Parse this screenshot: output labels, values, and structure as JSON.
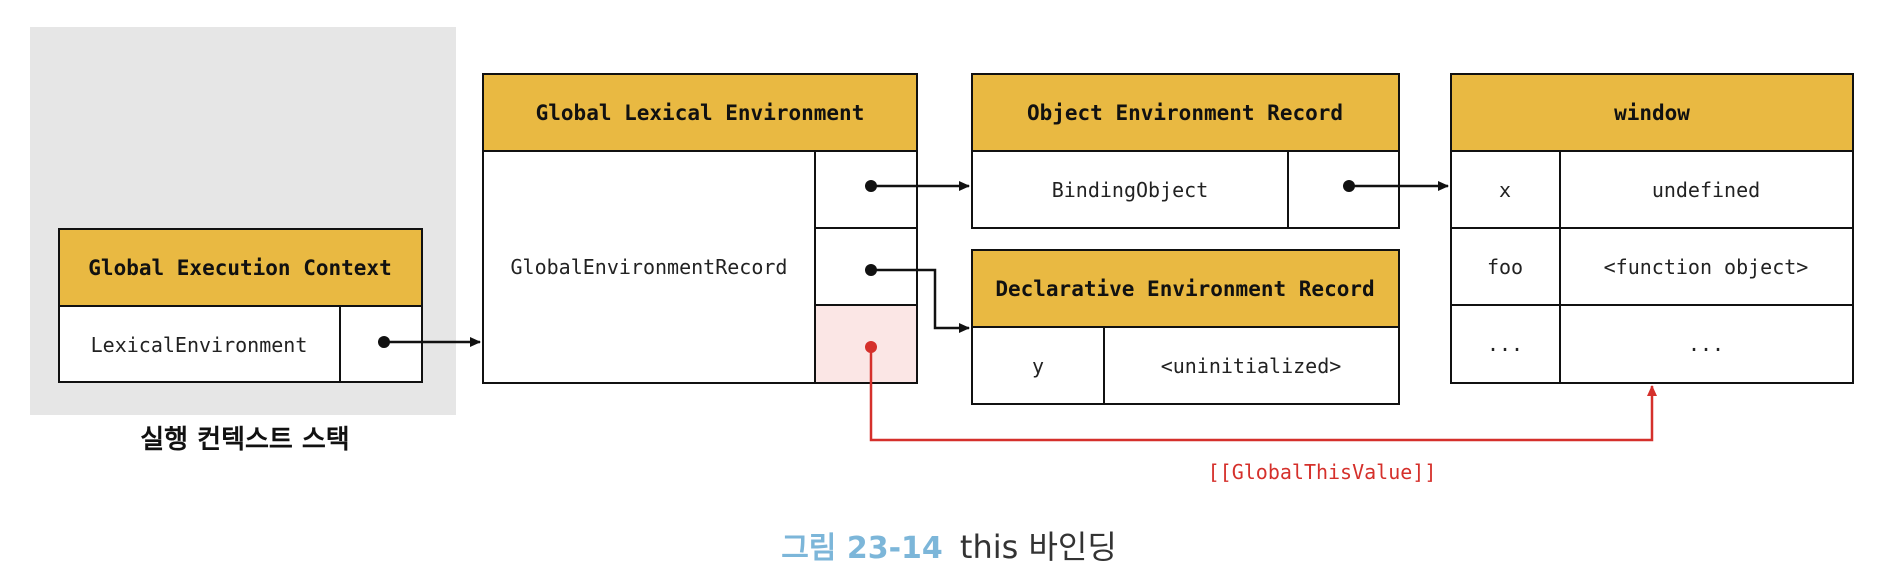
{
  "colors": {
    "header_fill": "#e9b942",
    "stack_background": "#e6e6e6",
    "highlight_cell": "#fbe6e5",
    "border": "#111111",
    "pointer": "#111111",
    "global_this_arrow": "#d5302b",
    "caption_figure": "#7cb6d9",
    "caption_text": "#333333"
  },
  "execution_context_stack": {
    "label": "실행 컨텍스트 스택",
    "global_execution_context": {
      "title": "Global Execution Context",
      "field": "LexicalEnvironment"
    }
  },
  "global_lexical_environment": {
    "title": "Global Lexical Environment",
    "record_label": "GlobalEnvironmentRecord"
  },
  "object_environment_record": {
    "title": "Object Environment Record",
    "field": "BindingObject"
  },
  "declarative_environment_record": {
    "title": "Declarative Environment Record",
    "rows": [
      {
        "name": "y",
        "value": "<uninitialized>"
      }
    ]
  },
  "window": {
    "title": "window",
    "rows": [
      {
        "name": "x",
        "value": "undefined"
      },
      {
        "name": "foo",
        "value": "<function object>"
      },
      {
        "name": "...",
        "value": "..."
      }
    ]
  },
  "global_this_value_label": "[[GlobalThisValue]]",
  "caption": {
    "figure_number": "그림 23-14",
    "title": "this 바인딩"
  }
}
